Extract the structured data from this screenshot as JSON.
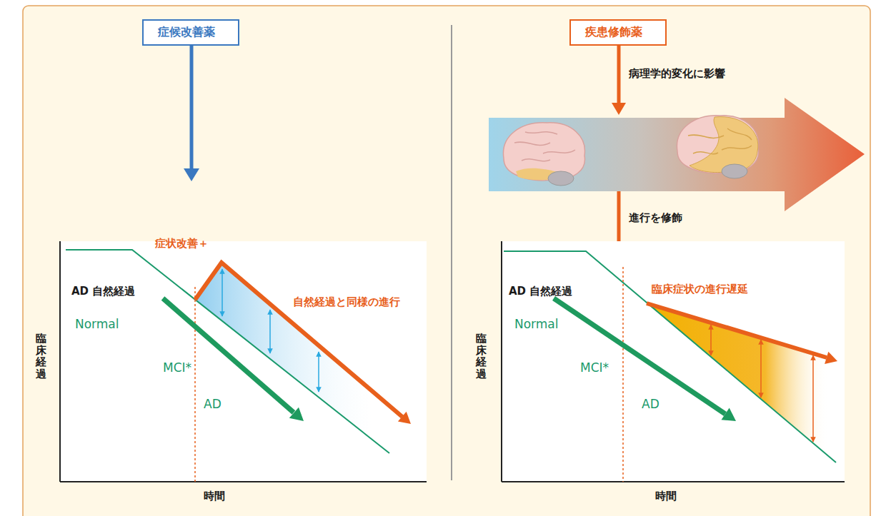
{
  "diagram": {
    "nodes": [
      {
        "text": [
          "症候改善薬"
        ]
      },
      {
        "text": [
          "疾患修飾薬"
        ]
      }
    ],
    "labels": [
      "病理学的変化に影響",
      "進行を修飾",
      "症状改善＋",
      "AD 自然経過",
      "自然経過と同様の進行",
      "Normal",
      "MCI*",
      "AD",
      "臨床経過",
      "時間",
      "臨床症状の進行遅延",
      "AD 自然経過",
      "Normal",
      "MCI*",
      "AD",
      "臨床経過",
      "時間"
    ]
  }
}
